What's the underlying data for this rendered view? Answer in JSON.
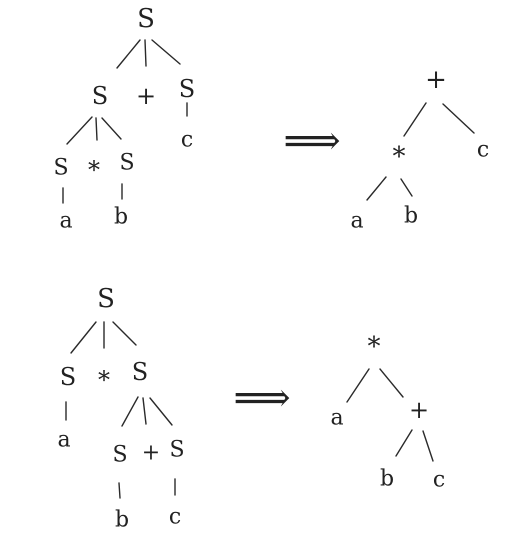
{
  "diagram": {
    "arrow_glyph": "⟹",
    "tree1_parse": {
      "root": "S",
      "mid_left": "S",
      "mid_op": "+",
      "mid_right": "S",
      "low_left": "S",
      "low_op": "*",
      "low_right": "S",
      "leaf_a": "a",
      "leaf_b": "b",
      "leaf_c": "c"
    },
    "tree1_ast": {
      "root": "+",
      "op": "*",
      "leaf_c": "c",
      "leaf_a": "a",
      "leaf_b": "b"
    },
    "tree2_parse": {
      "root": "S",
      "mid_left": "S",
      "mid_op": "*",
      "mid_right": "S",
      "low_left": "S",
      "low_op": "+",
      "low_right": "S",
      "leaf_a": "a",
      "leaf_b": "b",
      "leaf_c": "c"
    },
    "tree2_ast": {
      "root": "*",
      "leaf_a": "a",
      "op": "+",
      "leaf_b": "b",
      "leaf_c": "c"
    }
  }
}
